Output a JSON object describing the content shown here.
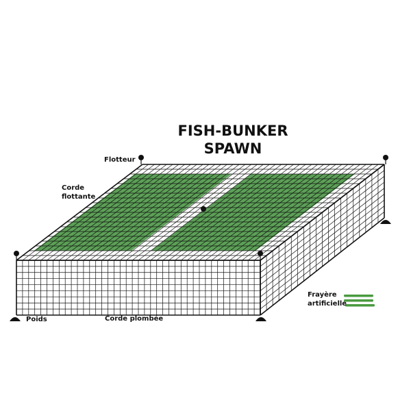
{
  "title": {
    "line1": "FISH-BUNKER",
    "line2": "SPAWN"
  },
  "labels": {
    "float": "Flotteur",
    "float_rope_1": "Corde",
    "float_rope_2": "flottante",
    "weight": "Poids",
    "lead_rope": "Corde plombée",
    "spawn_1": "Frayère",
    "spawn_2": "artificielle"
  },
  "colors": {
    "net": "#111111",
    "spawn": "#3f8f3a",
    "legend_spawn": "#4a9a40"
  }
}
